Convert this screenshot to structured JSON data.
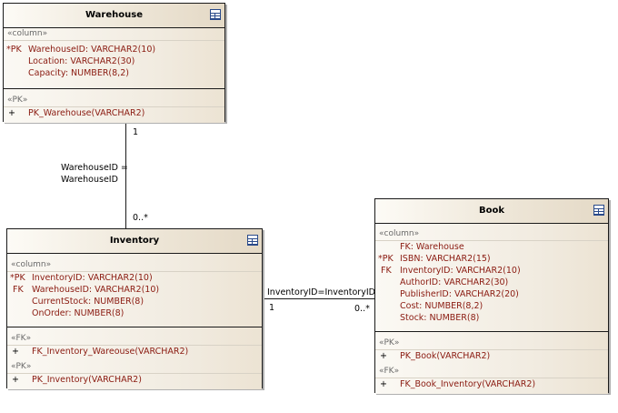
{
  "entities": {
    "warehouse": {
      "name": "Warehouse",
      "column_stereotype": "«column»",
      "columns": [
        {
          "prefix": "*PK",
          "text": "WarehouseID:  VARCHAR2(10)"
        },
        {
          "prefix": "",
          "text": "Location:  VARCHAR2(30)"
        },
        {
          "prefix": "",
          "text": "Capacity:  NUMBER(8,2)"
        }
      ],
      "pk_stereotype": "«PK»",
      "pk_ops": [
        {
          "prefix": "+",
          "text": "PK_Warehouse(VARCHAR2)"
        }
      ]
    },
    "inventory": {
      "name": "Inventory",
      "column_stereotype": "«column»",
      "columns": [
        {
          "prefix": "*PK",
          "text": "InventoryID:  VARCHAR2(10)"
        },
        {
          "prefix": "FK",
          "text": "WarehouseID:  VARCHAR2(10)"
        },
        {
          "prefix": "",
          "text": "CurrentStock:  NUMBER(8)"
        },
        {
          "prefix": "",
          "text": "OnOrder:  NUMBER(8)"
        }
      ],
      "fk_stereotype": "«FK»",
      "fk_ops": [
        {
          "prefix": "+",
          "text": "FK_Inventory_Wareouse(VARCHAR2)"
        }
      ],
      "pk_stereotype": "«PK»",
      "pk_ops": [
        {
          "prefix": "+",
          "text": "PK_Inventory(VARCHAR2)"
        }
      ]
    },
    "book": {
      "name": "Book",
      "column_stereotype": "«column»",
      "columns": [
        {
          "prefix": "",
          "text": "FK:  Warehouse"
        },
        {
          "prefix": "*PK",
          "text": "ISBN:  VARCHAR2(15)"
        },
        {
          "prefix": "FK",
          "text": "InventoryID:  VARCHAR2(10)"
        },
        {
          "prefix": "",
          "text": "AuthorID:  VARCHAR2(30)"
        },
        {
          "prefix": "",
          "text": "PublisherID:  VARCHAR2(20)"
        },
        {
          "prefix": "",
          "text": "Cost:  NUMBER(8,2)"
        },
        {
          "prefix": "",
          "text": "Stock:  NUMBER(8)"
        }
      ],
      "pk_stereotype": "«PK»",
      "pk_ops": [
        {
          "prefix": "+",
          "text": "PK_Book(VARCHAR2)"
        }
      ],
      "fk_stereotype": "«FK»",
      "fk_ops": [
        {
          "prefix": "+",
          "text": "FK_Book_Inventory(VARCHAR2)"
        }
      ]
    }
  },
  "connectors": {
    "warehouse_inventory": {
      "source_mult": "1",
      "target_mult": "0..*",
      "label_line1": "WarehouseID  =",
      "label_line2": "WarehouseID"
    },
    "inventory_book": {
      "label": "InventoryID=InventoryID",
      "source_mult": "1",
      "target_mult": "0..*"
    }
  },
  "icon": "table-icon"
}
